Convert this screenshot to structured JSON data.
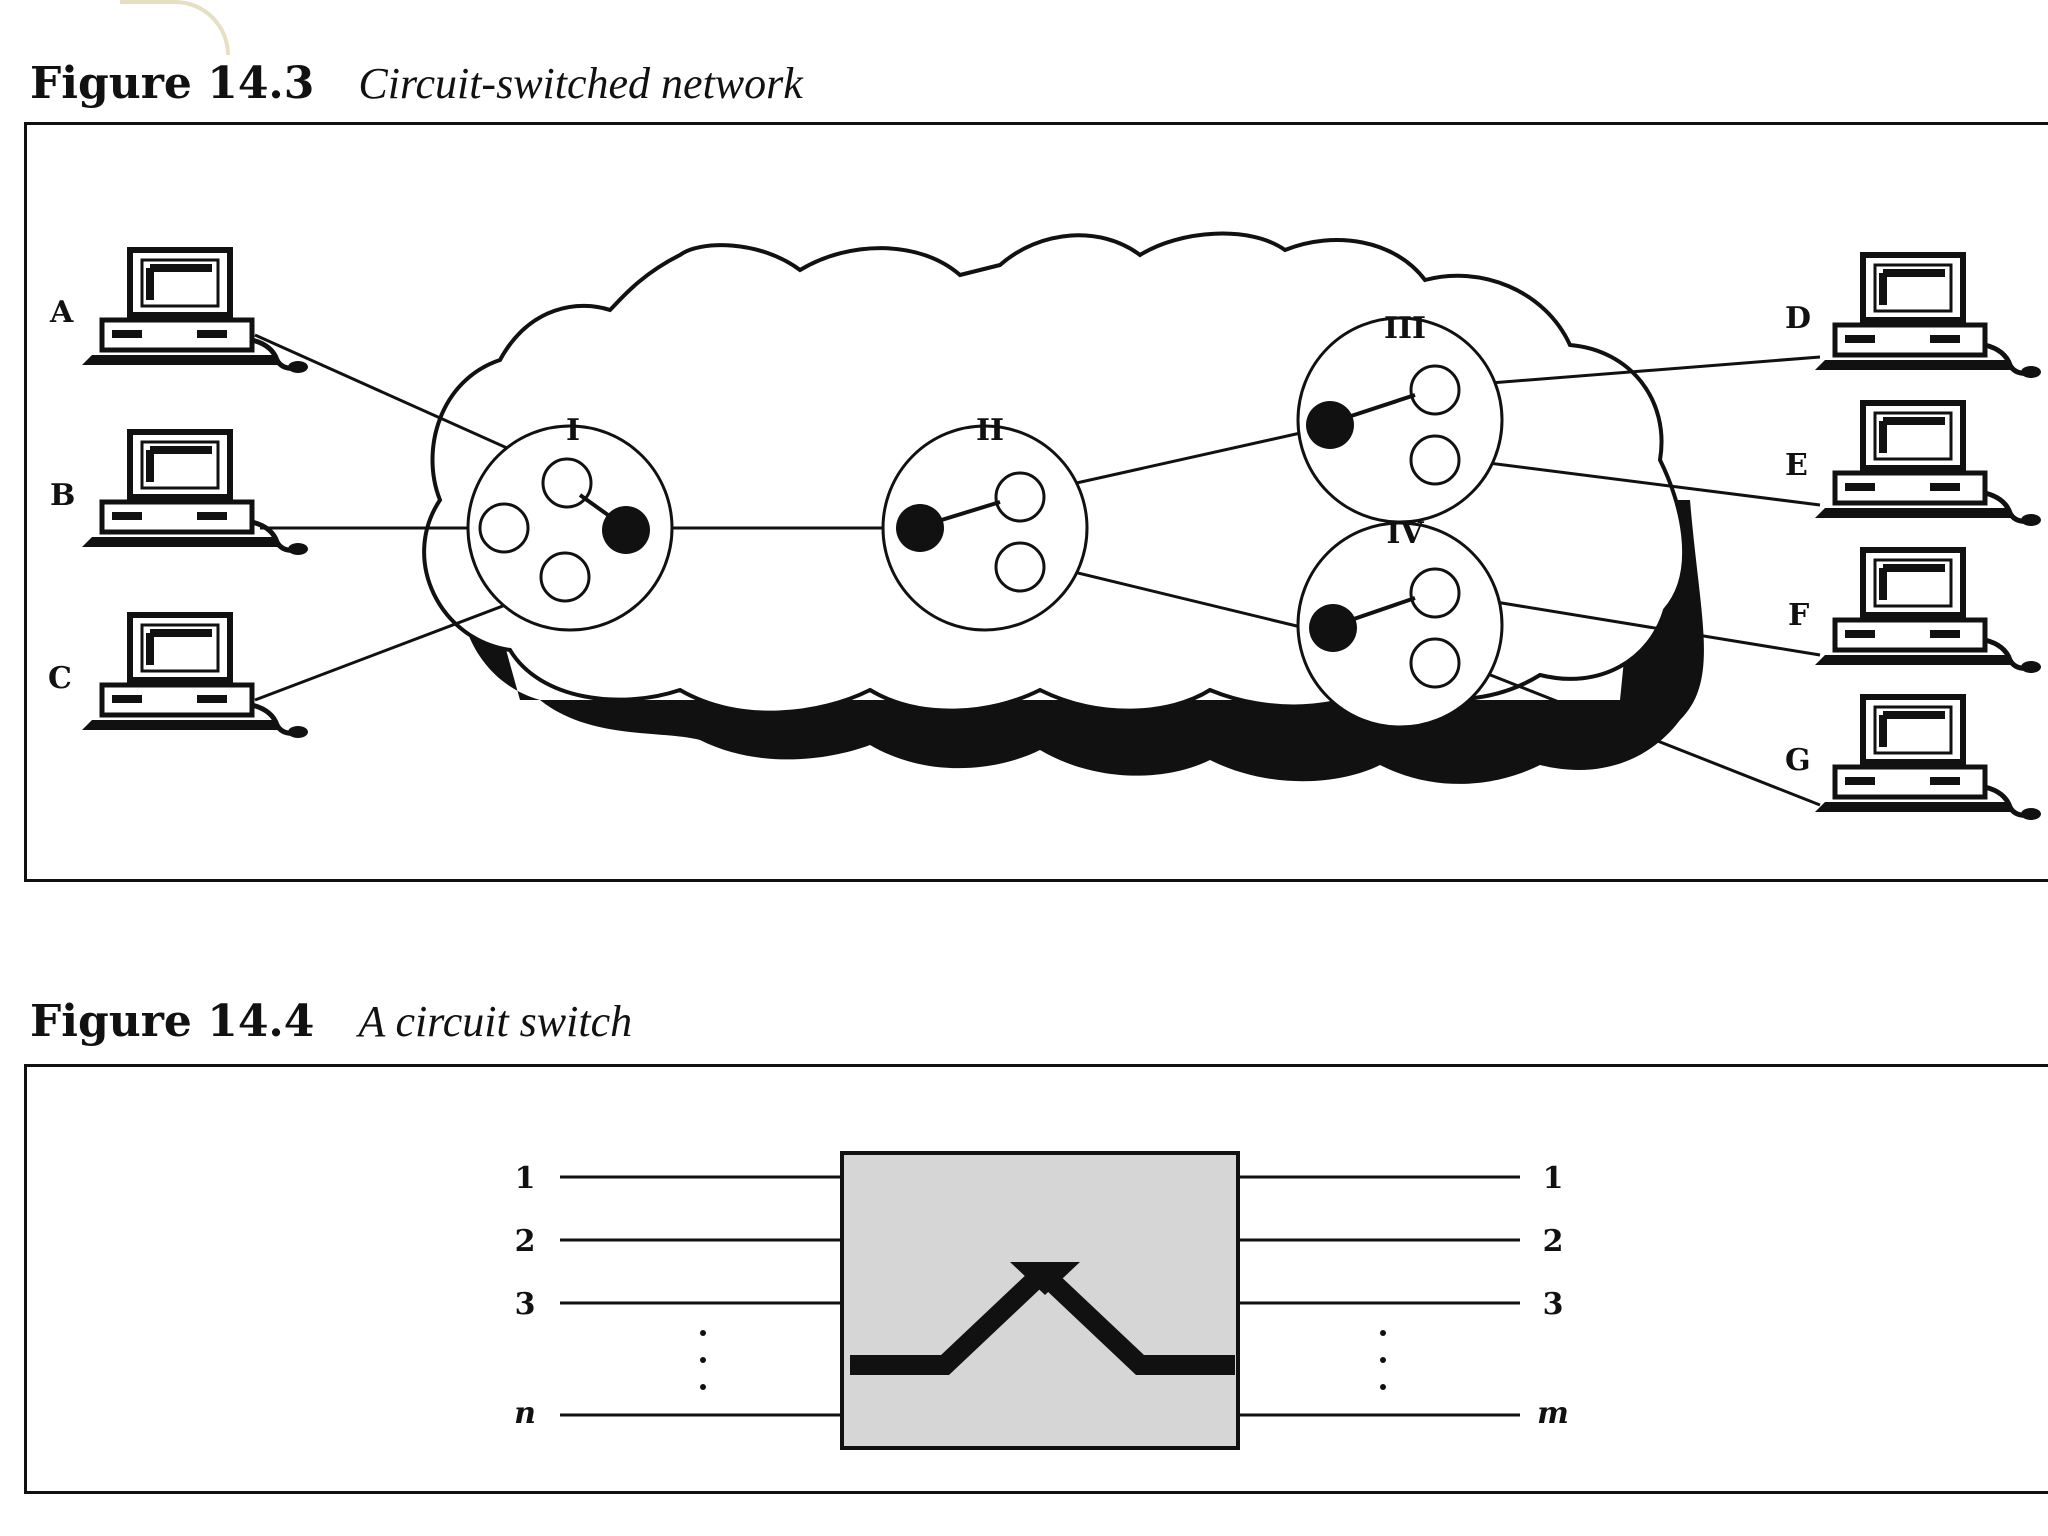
{
  "figure_1": {
    "number": "Figure 14.3",
    "title": "Circuit-switched network",
    "stations_left": [
      "A",
      "B",
      "C"
    ],
    "stations_right": [
      "D",
      "E",
      "F",
      "G"
    ],
    "switches": [
      "I",
      "II",
      "III",
      "IV"
    ]
  },
  "figure_2": {
    "number": "Figure 14.4",
    "title": "A circuit switch",
    "inputs": [
      "1",
      "2",
      "3",
      "n"
    ],
    "outputs": [
      "1",
      "2",
      "3",
      "m"
    ]
  },
  "colors": {
    "ink": "#111111",
    "switch_fill": "#d6d6d6",
    "cloud_shadow": "#111111"
  }
}
